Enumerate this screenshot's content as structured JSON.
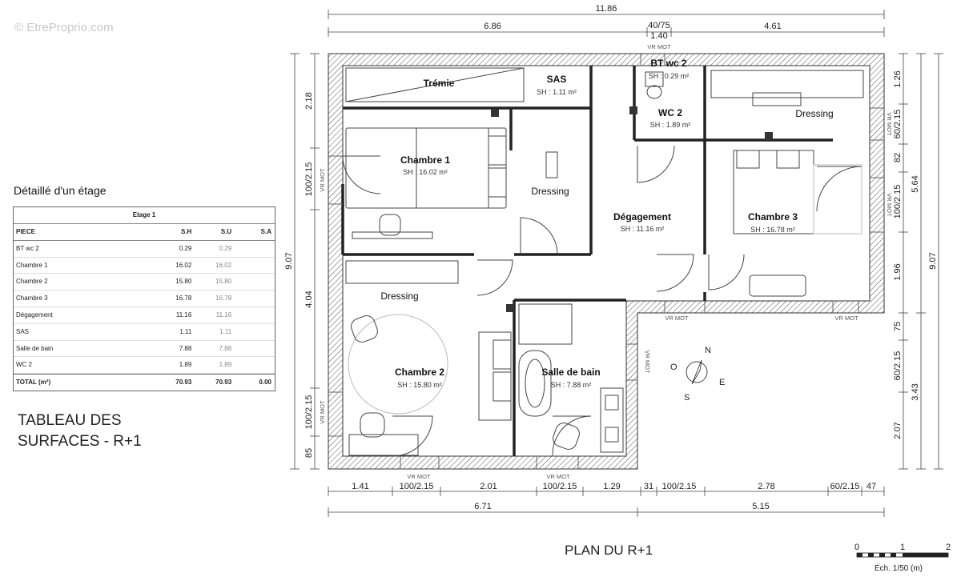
{
  "watermark": "© EtreProprio.com",
  "table_heading": "Détaillé d'un étage",
  "table": {
    "title": "Etage 1",
    "columns": [
      "PIECE",
      "S.H",
      "S.U",
      "S.A"
    ],
    "rows": [
      {
        "piece": "BT wc 2",
        "sh": "0.29",
        "su": "0.29",
        "sa": ""
      },
      {
        "piece": "Chambre 1",
        "sh": "16.02",
        "su": "16.02",
        "sa": ""
      },
      {
        "piece": "Chambre 2",
        "sh": "15.80",
        "su": "15.80",
        "sa": ""
      },
      {
        "piece": "Chambre 3",
        "sh": "16.78",
        "su": "16.78",
        "sa": ""
      },
      {
        "piece": "Dégagement",
        "sh": "11.16",
        "su": "11.16",
        "sa": ""
      },
      {
        "piece": "SAS",
        "sh": "1.11",
        "su": "1.11",
        "sa": ""
      },
      {
        "piece": "Salle de bain",
        "sh": "7.88",
        "su": "7.88",
        "sa": ""
      },
      {
        "piece": "WC 2",
        "sh": "1.89",
        "su": "1.89",
        "sa": ""
      }
    ],
    "total": {
      "piece": "TOTAL (m²)",
      "sh": "70.93",
      "su": "70.93",
      "sa": "0.00"
    }
  },
  "caption_line1": "TABLEAU DES",
  "caption_line2": "SURFACES - R+1",
  "plan_title": "PLAN DU R+1",
  "scale": {
    "t0": "0",
    "t1": "1",
    "t2": "2",
    "label": "Éch. 1/50 (m)"
  },
  "rooms": {
    "tremie": "Trémie",
    "sas": "SAS",
    "sas_area": "SH : 1.11 m²",
    "btwc": "BT wc 2",
    "btwc_area": "SH : 0.29 m²",
    "wc2": "WC 2",
    "wc2_area": "SH : 1.89 m²",
    "dressing_top": "Dressing",
    "chambre1": "Chambre 1",
    "chambre1_area": "SH : 16.02 m²",
    "dressing_mid": "Dressing",
    "degagement": "Dégagement",
    "degagement_area": "SH : 11.16 m²",
    "chambre3": "Chambre 3",
    "chambre3_area": "SH : 16.78 m²",
    "dressing_left": "Dressing",
    "chambre2": "Chambre 2",
    "chambre2_area": "SH : 15.80 m²",
    "sdb": "Salle de bain",
    "sdb_area": "SH : 7.88 m²"
  },
  "vr_label": "VR MOT",
  "compass": {
    "n": "N",
    "e": "E",
    "s": "S",
    "o": "O"
  },
  "dims": {
    "top_total": "11.86",
    "top_left": "6.86",
    "top_mid1": "40/75",
    "top_mid2": "1.40",
    "top_right": "4.61",
    "bottom": [
      "1.41",
      "100/2.15",
      "2.01",
      "100/2.15",
      "1.29",
      "31",
      "100/2.15",
      "2.78",
      "60/2.15",
      "47"
    ],
    "bottom_total_left": "6.71",
    "bottom_total_right": "5.15",
    "left_outer": "9.07",
    "left_inner": [
      "2.18",
      "100/2.15",
      "4.04",
      "100/2.15",
      "85"
    ],
    "right_inner": [
      "1.26",
      "60/2.15",
      "82",
      "100/2.15",
      "1.96",
      "75",
      "60/2.15",
      "2.07"
    ],
    "right_mid": [
      "5.64",
      "3.43"
    ],
    "right_outer": "9.07"
  }
}
